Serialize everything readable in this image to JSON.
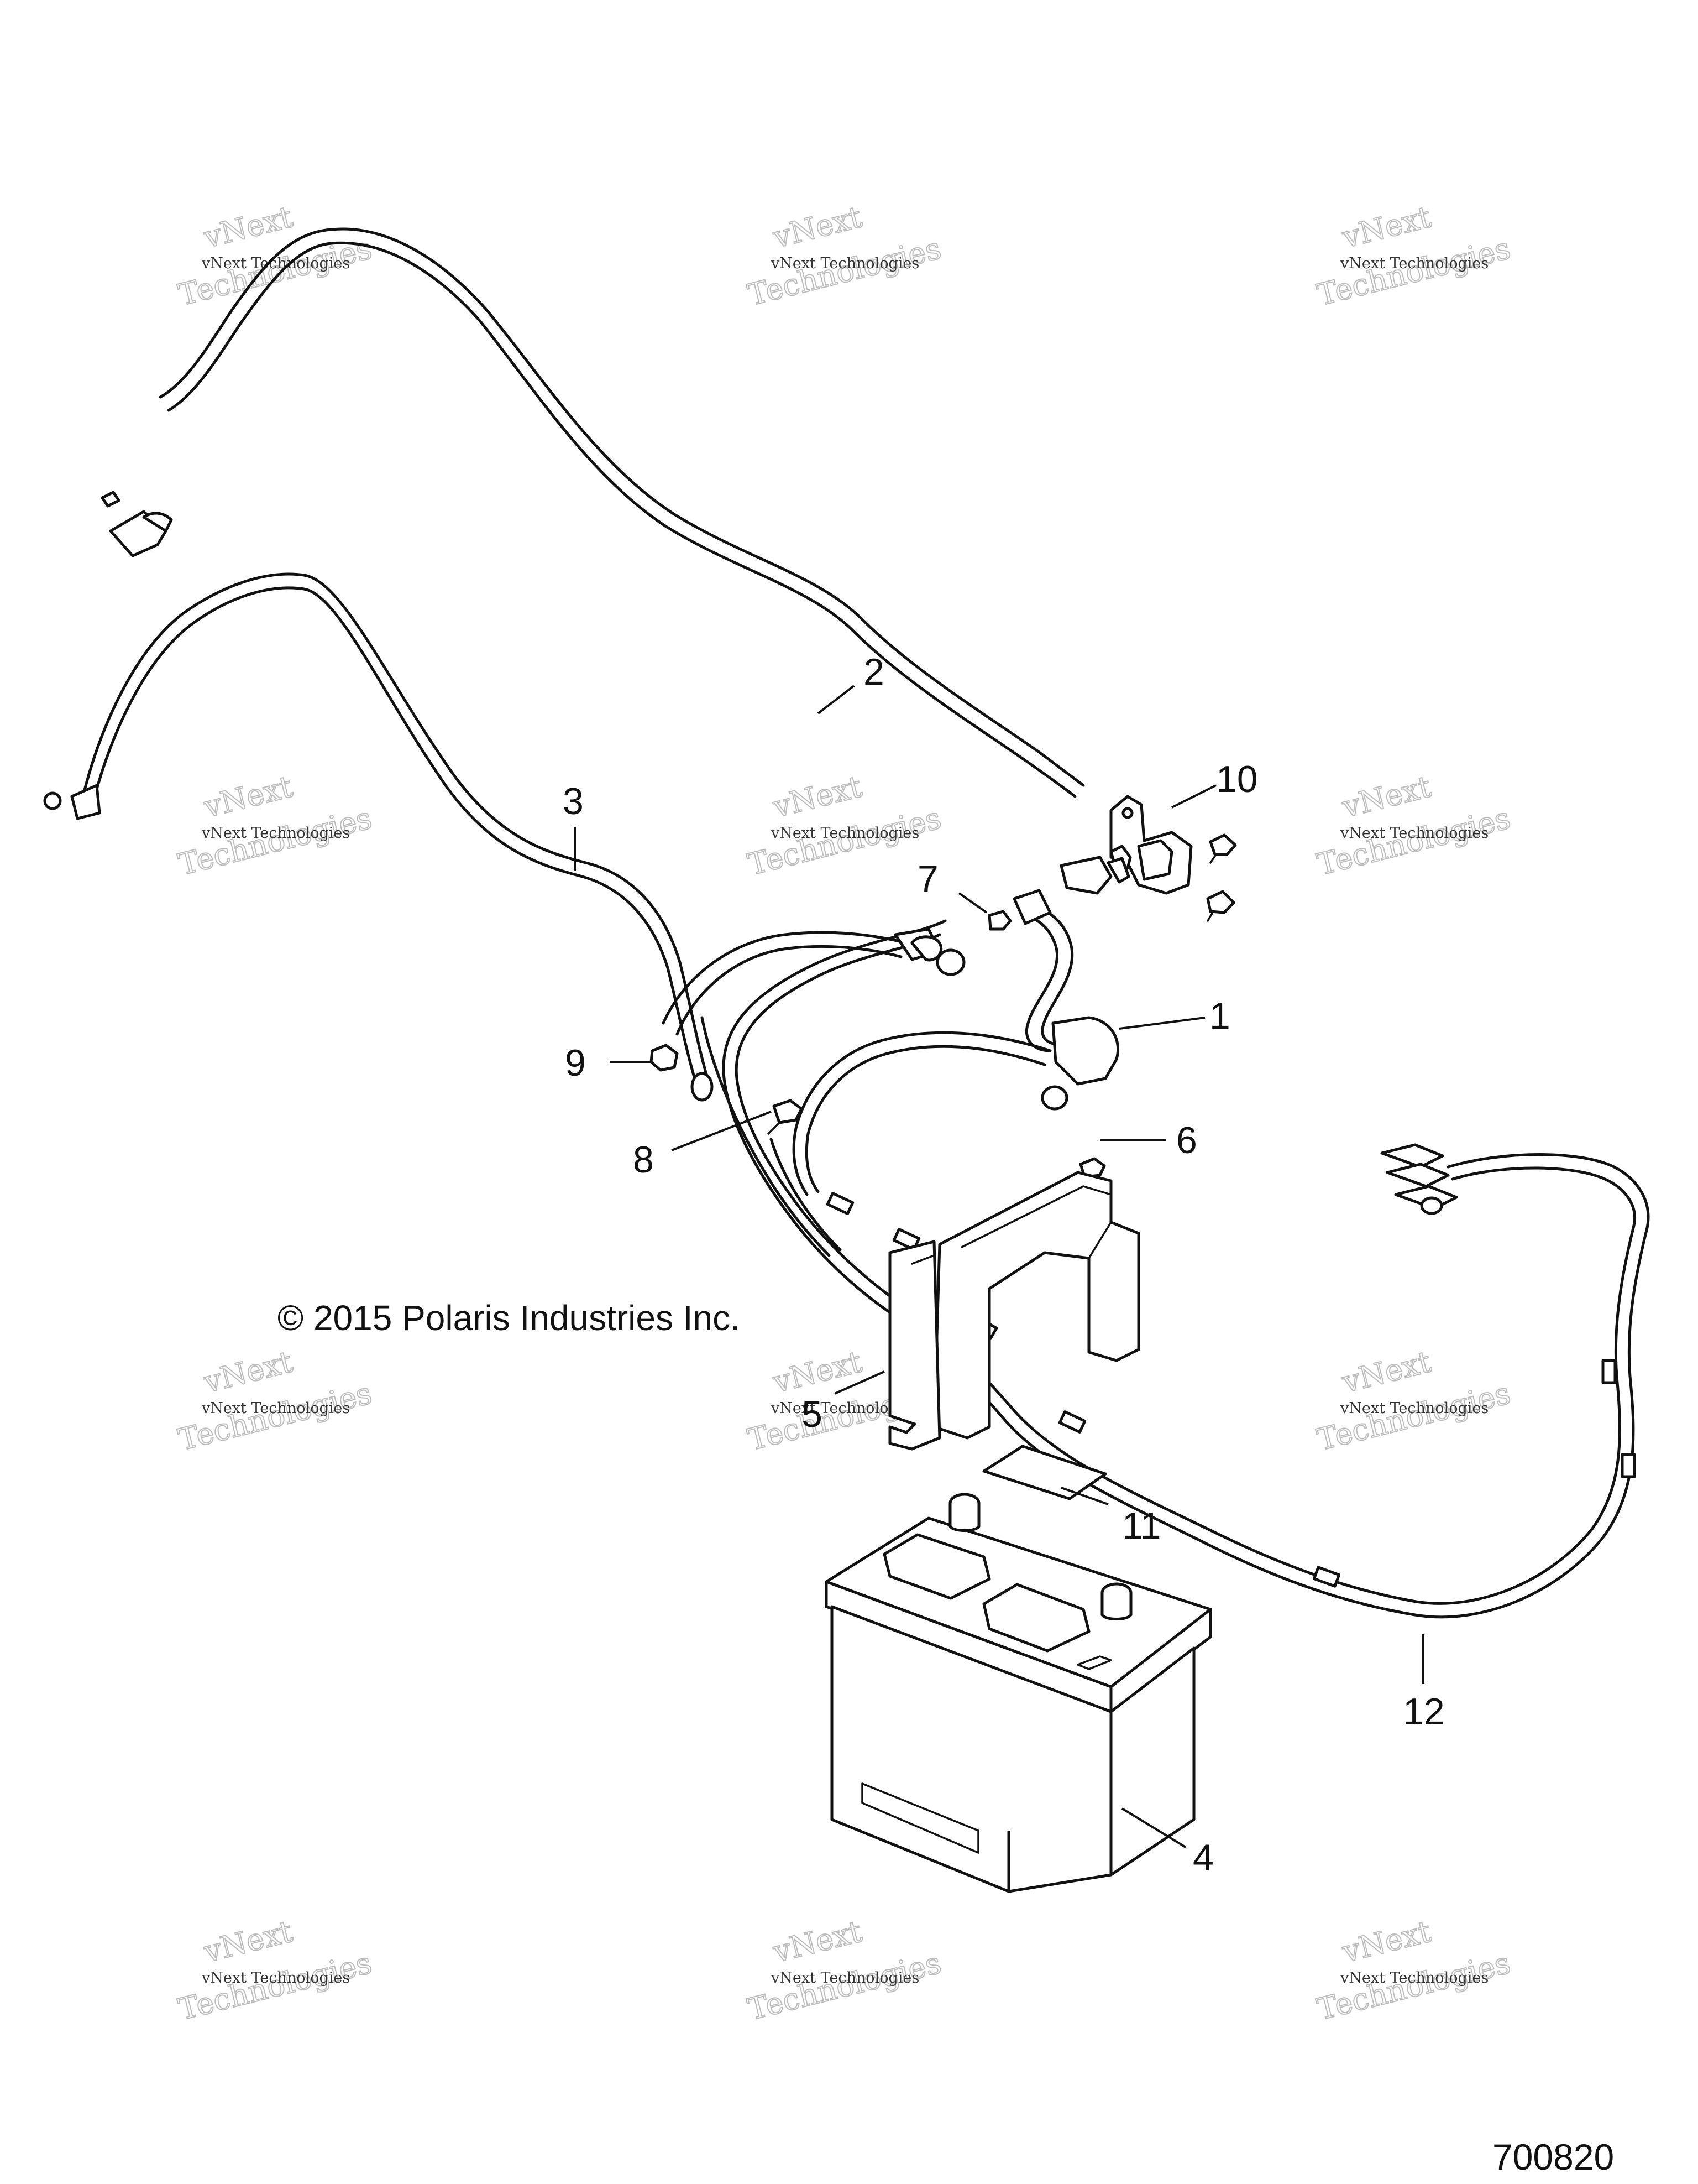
{
  "callouts": [
    {
      "id": "1",
      "label": "1"
    },
    {
      "id": "2",
      "label": "2"
    },
    {
      "id": "3",
      "label": "3"
    },
    {
      "id": "4",
      "label": "4"
    },
    {
      "id": "5",
      "label": "5"
    },
    {
      "id": "6",
      "label": "6"
    },
    {
      "id": "7",
      "label": "7"
    },
    {
      "id": "8",
      "label": "8"
    },
    {
      "id": "9",
      "label": "9"
    },
    {
      "id": "10",
      "label": "10"
    },
    {
      "id": "11",
      "label": "11"
    },
    {
      "id": "12",
      "label": "12"
    }
  ],
  "copyright": "© 2015 Polaris Industries Inc.",
  "figure_number": "700820",
  "watermark": {
    "line1": "vNext Technologies",
    "line2_big": "Technologies",
    "line1_big": "vNext"
  }
}
